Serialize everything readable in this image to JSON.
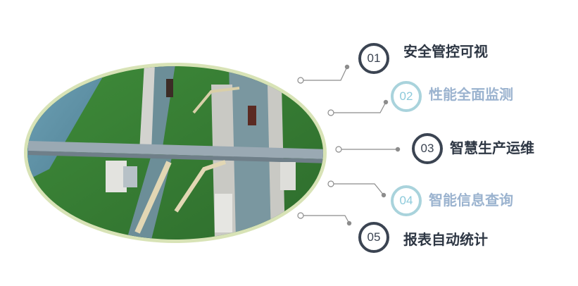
{
  "features": [
    {
      "number": "01",
      "label": "安全管控可视",
      "style": "dark"
    },
    {
      "number": "02",
      "label": "性能全面监测",
      "style": "light"
    },
    {
      "number": "03",
      "label": "智慧生产运维",
      "style": "dark"
    },
    {
      "number": "04",
      "label": "智能信息查询",
      "style": "light"
    },
    {
      "number": "05",
      "label": "报表自动统计",
      "style": "dark"
    }
  ],
  "colors": {
    "dark": "#3b4452",
    "light": "#a9d3dc",
    "frame": "#d8e3b6",
    "connector": "#8c8c8c"
  }
}
